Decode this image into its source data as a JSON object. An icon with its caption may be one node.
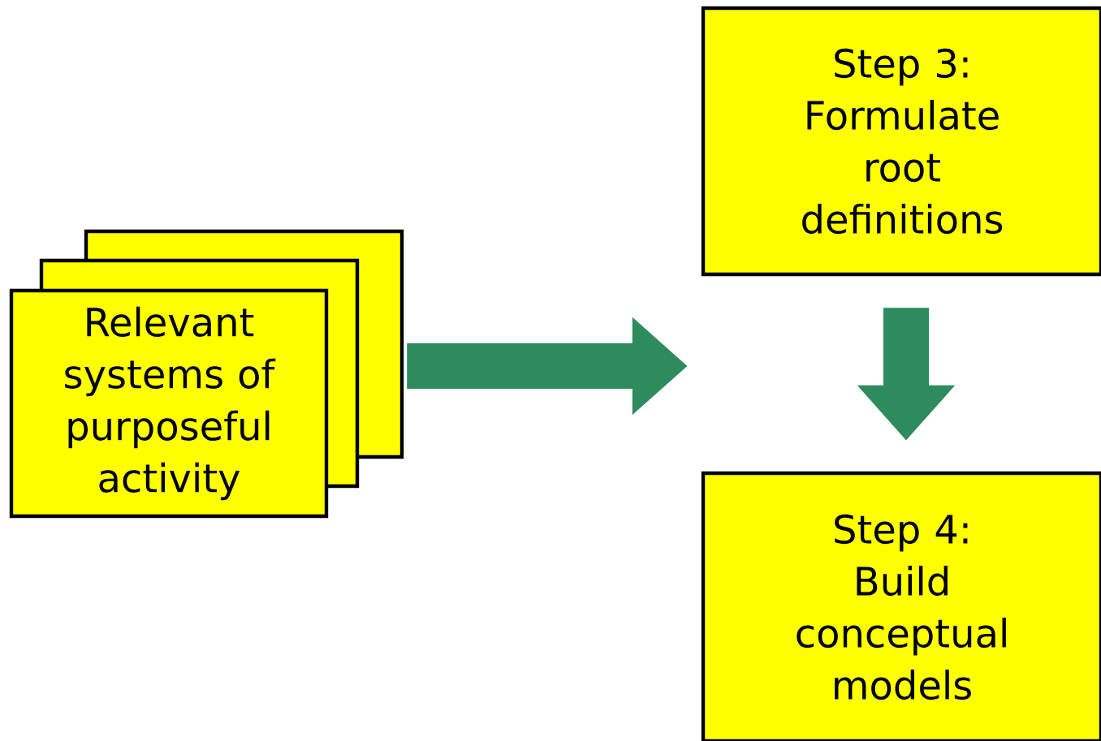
{
  "diagram": {
    "nodes": [
      {
        "text": [
          "Relevant systems of purposeful activity"
        ]
      },
      {
        "text": [
          "Step 3: Formulate root definitions"
        ]
      },
      {
        "text": [
          "Step 4: Build conceptual models"
        ]
      }
    ],
    "edges": [
      {
        "from": 0,
        "to": 1,
        "arrow": "to"
      },
      {
        "from": 1,
        "to": 2,
        "arrow": "to"
      }
    ]
  }
}
